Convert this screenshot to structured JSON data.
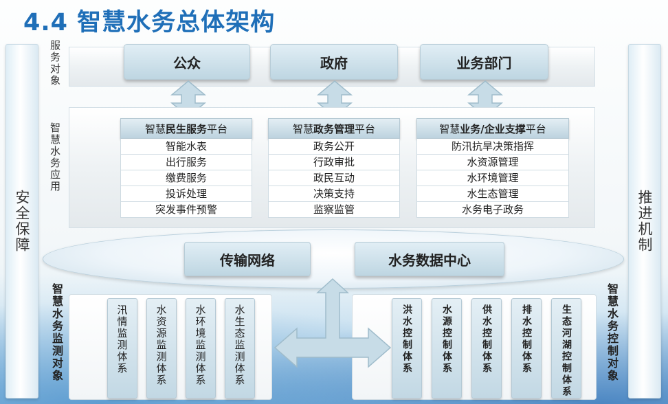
{
  "title": "4.4 智慧水务总体架构",
  "left_pillar": "安全保障",
  "right_pillar": "推进机制",
  "row_labels": {
    "service_targets": "服务对象",
    "smart_apps": "智慧水务应用",
    "monitoring": "智慧水务监测对象",
    "control": "智慧水务控制对象"
  },
  "service_targets": [
    "公众",
    "政府",
    "业务部门"
  ],
  "platforms": [
    {
      "head_prefix": "智慧",
      "head_bold": "民生服务",
      "head_suffix": "平台",
      "items": [
        "智能水表",
        "出行服务",
        "缴费服务",
        "投诉处理",
        "突发事件预警"
      ]
    },
    {
      "head_prefix": "智慧",
      "head_bold": "政务管理",
      "head_suffix": "平台",
      "items": [
        "政务公开",
        "行政审批",
        "政民互动",
        "决策支持",
        "监察监管"
      ]
    },
    {
      "head_prefix": "智慧",
      "head_bold": "业务/企业支撑",
      "head_suffix": "平台",
      "items": [
        "防汛抗旱决策指挥",
        "水资源管理",
        "水环境管理",
        "水生态管理",
        "水务电子政务"
      ]
    }
  ],
  "infrastructure": [
    "传输网络",
    "水务数据中心"
  ],
  "monitoring_systems": [
    "汛情监测体系",
    "水资源监测体系",
    "水环境监测体系",
    "水生态监测体系"
  ],
  "control_systems": [
    "洪水控制体系",
    "水源控制体系",
    "供水控制体系",
    "排水控制体系",
    "生态河湖控制体系"
  ]
}
